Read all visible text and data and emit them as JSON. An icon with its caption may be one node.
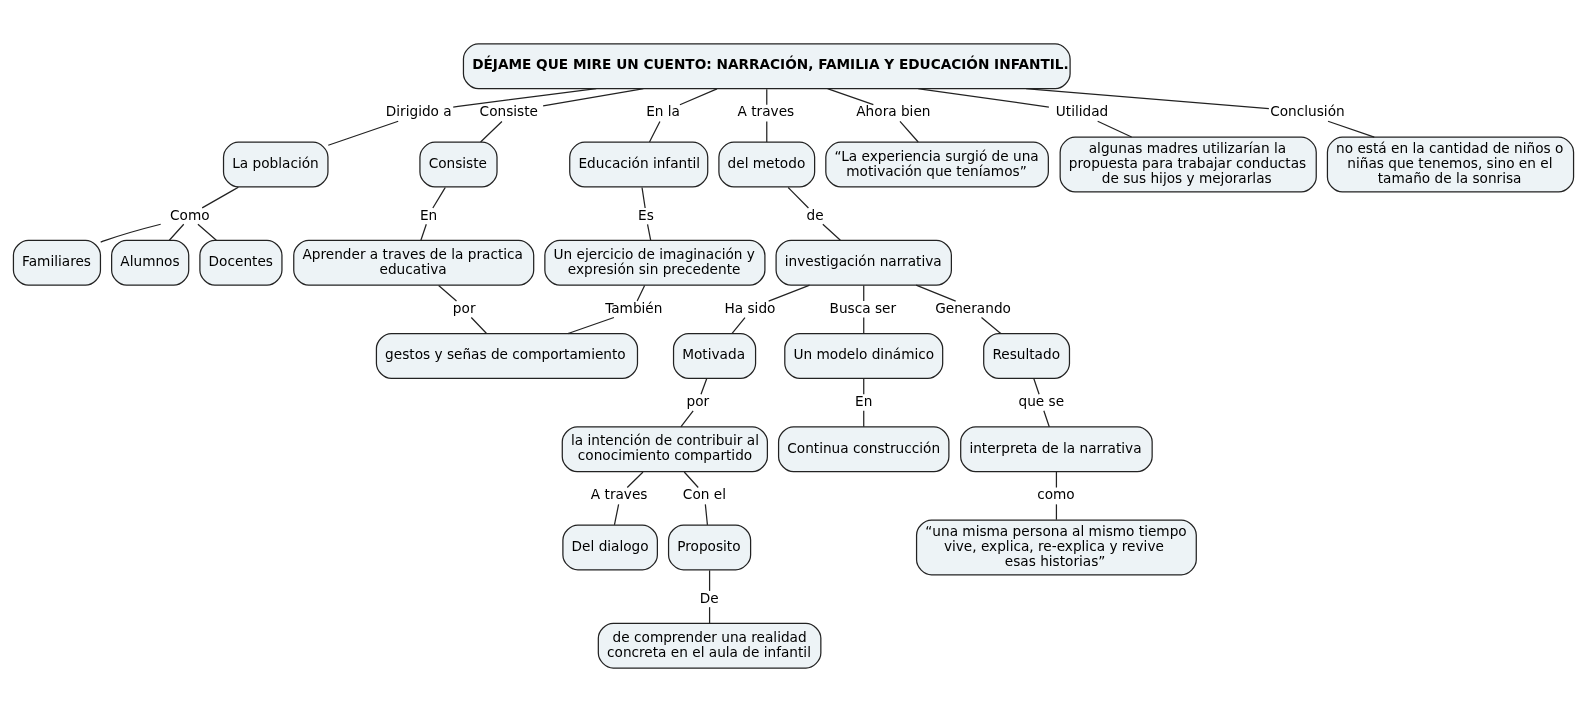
{
  "diagram": {
    "nodes": [
      {
        "text": [
          "DÉJAME QUE MIRE UN CUENTO: NARRACIÓN, FAMILIA Y EDUCACIÓN INFANTIL."
        ]
      },
      {
        "text": [
          "Dirigido a"
        ]
      },
      {
        "text": [
          "Consiste"
        ]
      },
      {
        "text": [
          "En la"
        ]
      },
      {
        "text": [
          "A traves"
        ]
      },
      {
        "text": [
          "Ahora bien"
        ]
      },
      {
        "text": [
          "Utilidad"
        ]
      },
      {
        "text": [
          "Conclusión"
        ]
      },
      {
        "text": [
          "La población"
        ]
      },
      {
        "text": [
          "Consiste"
        ]
      },
      {
        "text": [
          "Educación infantil"
        ]
      },
      {
        "text": [
          "del metodo"
        ]
      },
      {
        "text": [
          "“La experiencia surgió de una motivación que teníamos”"
        ]
      },
      {
        "text": [
          "algunas madres utilizarían la propuesta para trabajar conductas de sus hijos y mejorarlas"
        ]
      },
      {
        "text": [
          "no está en la cantidad de niños o niñas que tenemos, sino en el tamaño de la sonrisa"
        ]
      },
      {
        "text": [
          "Como"
        ]
      },
      {
        "text": [
          "En"
        ]
      },
      {
        "text": [
          "Es"
        ]
      },
      {
        "text": [
          "de"
        ]
      },
      {
        "text": [
          "Familiares"
        ]
      },
      {
        "text": [
          "Alumnos"
        ]
      },
      {
        "text": [
          "Docentes"
        ]
      },
      {
        "text": [
          "investigación narrativa"
        ]
      },
      {
        "text": [
          "Ha sido"
        ]
      },
      {
        "text": [
          "Busca ser"
        ]
      },
      {
        "text": [
          "Generando"
        ]
      },
      {
        "text": [
          "Aprender a traves de la practica educativa"
        ]
      },
      {
        "text": [
          "Un ejercicio de imaginación y expresión sin precedente"
        ]
      },
      {
        "text": [
          "Motivada"
        ]
      },
      {
        "text": [
          "Un modelo dinámico"
        ]
      },
      {
        "text": [
          "Resultado"
        ]
      },
      {
        "text": [
          "por"
        ]
      },
      {
        "text": [
          "También"
        ]
      },
      {
        "text": [
          "por"
        ]
      },
      {
        "text": [
          "En"
        ]
      },
      {
        "text": [
          "que se"
        ]
      },
      {
        "text": [
          "gestos y señas de comportamiento"
        ]
      },
      {
        "text": [
          "la intención de contribuir al conocimiento compartido"
        ]
      },
      {
        "text": [
          "Continua construcción"
        ]
      },
      {
        "text": [
          "interpreta de la narrativa"
        ]
      },
      {
        "text": [
          "A traves"
        ]
      },
      {
        "text": [
          "Con el"
        ]
      },
      {
        "text": [
          "como"
        ]
      },
      {
        "text": [
          "Del dialogo"
        ]
      },
      {
        "text": [
          "Proposito"
        ]
      },
      {
        "text": [
          "De"
        ]
      },
      {
        "text": [
          "“una misma persona al mismo tiempo vive, explica, re-explica y revive esas historias”"
        ]
      },
      {
        "text": [
          "de comprender una realidad concreta en el aula de infantil"
        ]
      }
    ],
    "edges": [
      {
        "from": 0,
        "to": 1,
        "arrow": "none"
      },
      {
        "from": 1,
        "to": 8,
        "arrow": "none"
      },
      {
        "from": 0,
        "to": 2,
        "arrow": "none"
      },
      {
        "from": 2,
        "to": 9,
        "arrow": "none"
      },
      {
        "from": 0,
        "to": 3,
        "arrow": "none"
      },
      {
        "from": 3,
        "to": 10,
        "arrow": "none"
      },
      {
        "from": 0,
        "to": 4,
        "arrow": "none"
      },
      {
        "from": 4,
        "to": 11,
        "arrow": "none"
      },
      {
        "from": 0,
        "to": 5,
        "arrow": "none"
      },
      {
        "from": 5,
        "to": 12,
        "arrow": "none"
      },
      {
        "from": 0,
        "to": 6,
        "arrow": "none"
      },
      {
        "from": 6,
        "to": 13,
        "arrow": "none"
      },
      {
        "from": 0,
        "to": 7,
        "arrow": "none"
      },
      {
        "from": 7,
        "to": 14,
        "arrow": "none"
      },
      {
        "from": 8,
        "to": 15,
        "arrow": "none"
      },
      {
        "from": 15,
        "to": 19,
        "arrow": "none"
      },
      {
        "from": 15,
        "to": 20,
        "arrow": "none"
      },
      {
        "from": 15,
        "to": 21,
        "arrow": "none"
      },
      {
        "from": 9,
        "to": 16,
        "arrow": "none"
      },
      {
        "from": 16,
        "to": 26,
        "arrow": "none"
      },
      {
        "from": 26,
        "to": 31,
        "arrow": "none"
      },
      {
        "from": 31,
        "to": 36,
        "arrow": "none"
      },
      {
        "from": 10,
        "to": 17,
        "arrow": "none"
      },
      {
        "from": 17,
        "to": 27,
        "arrow": "none"
      },
      {
        "from": 27,
        "to": 32,
        "arrow": "none"
      },
      {
        "from": 32,
        "to": 36,
        "arrow": "none"
      },
      {
        "from": 11,
        "to": 18,
        "arrow": "none"
      },
      {
        "from": 18,
        "to": 22,
        "arrow": "none"
      },
      {
        "from": 22,
        "to": 23,
        "arrow": "none"
      },
      {
        "from": 23,
        "to": 28,
        "arrow": "none"
      },
      {
        "from": 22,
        "to": 24,
        "arrow": "none"
      },
      {
        "from": 24,
        "to": 29,
        "arrow": "none"
      },
      {
        "from": 22,
        "to": 25,
        "arrow": "none"
      },
      {
        "from": 25,
        "to": 30,
        "arrow": "none"
      },
      {
        "from": 28,
        "to": 33,
        "arrow": "none"
      },
      {
        "from": 33,
        "to": 37,
        "arrow": "none"
      },
      {
        "from": 29,
        "to": 34,
        "arrow": "none"
      },
      {
        "from": 34,
        "to": 38,
        "arrow": "none"
      },
      {
        "from": 30,
        "to": 35,
        "arrow": "none"
      },
      {
        "from": 35,
        "to": 39,
        "arrow": "none"
      },
      {
        "from": 37,
        "to": 40,
        "arrow": "none"
      },
      {
        "from": 40,
        "to": 43,
        "arrow": "none"
      },
      {
        "from": 37,
        "to": 41,
        "arrow": "none"
      },
      {
        "from": 41,
        "to": 44,
        "arrow": "none"
      },
      {
        "from": 44,
        "to": 45,
        "arrow": "none"
      },
      {
        "from": 45,
        "to": 47,
        "arrow": "none"
      },
      {
        "from": 39,
        "to": 42,
        "arrow": "none"
      },
      {
        "from": 42,
        "to": 46,
        "arrow": "none"
      }
    ]
  }
}
